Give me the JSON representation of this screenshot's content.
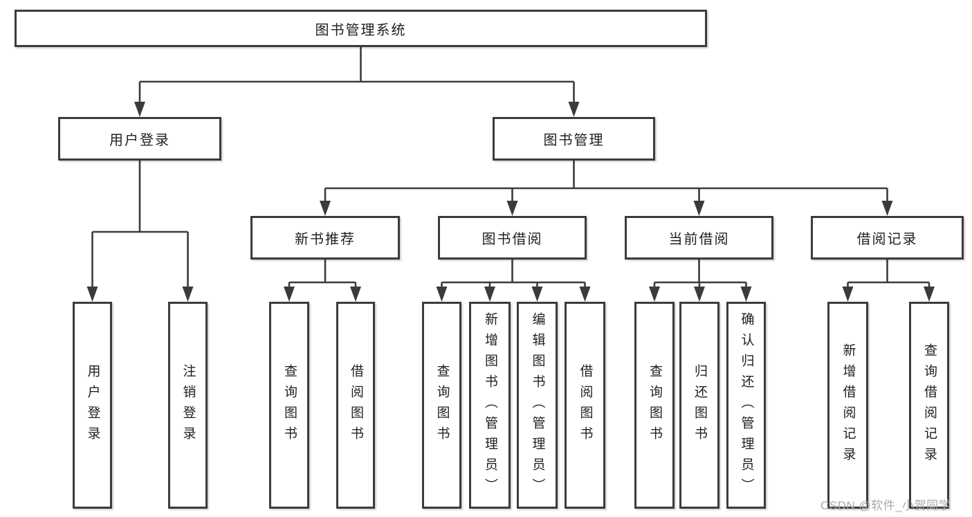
{
  "diagram": {
    "root": {
      "label": "图书管理系统"
    },
    "branches": [
      {
        "label": "用户登录",
        "children": [
          {
            "label": "用户登录"
          },
          {
            "label": "注销登录"
          }
        ]
      },
      {
        "label": "图书管理",
        "children": [
          {
            "label": "新书推荐",
            "children": [
              {
                "label": "查询图书"
              },
              {
                "label": "借阅图书"
              }
            ]
          },
          {
            "label": "图书借阅",
            "children": [
              {
                "label": "查询图书"
              },
              {
                "label": "新增图书（管理员）"
              },
              {
                "label": "编辑图书（管理员）"
              },
              {
                "label": "借阅图书"
              }
            ]
          },
          {
            "label": "当前借阅",
            "children": [
              {
                "label": "查询图书"
              },
              {
                "label": "归还图书"
              },
              {
                "label": "确认归还（管理员）"
              }
            ]
          },
          {
            "label": "借阅记录",
            "children": [
              {
                "label": "新增借阅记录"
              },
              {
                "label": "查询借阅记录"
              }
            ]
          }
        ]
      }
    ]
  },
  "watermark": {
    "text": "CSDN @软件_小贺同学"
  },
  "colors": {
    "line": "#3b3b3b",
    "box_border": "#3b3b3b",
    "box_fill": "#ffffff",
    "text": "#1f1f1f",
    "background": "#ffffff",
    "watermark": "#a9a9a9"
  }
}
